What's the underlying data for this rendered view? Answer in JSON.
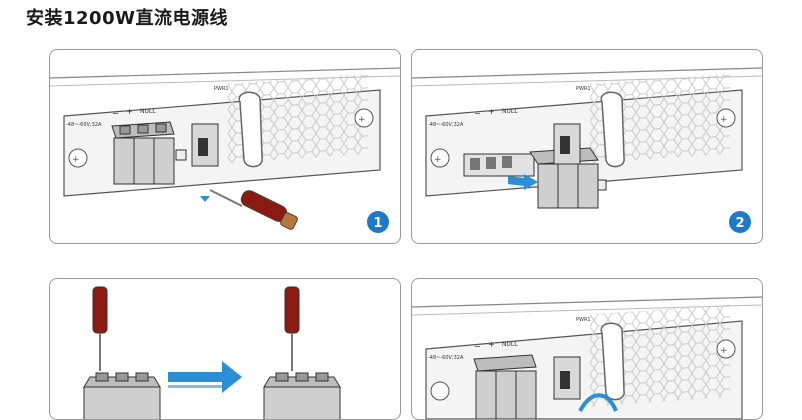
{
  "title": "安装1200W直流电源线",
  "module": {
    "name_label": "PWR1",
    "voltage_label": "-48~-60V;32A",
    "minus_label": "−",
    "plus_label": "+",
    "null_label": "NULL"
  },
  "steps": [
    {
      "number": "1"
    },
    {
      "number": "2"
    }
  ],
  "colors": {
    "step_badge": "#1f78c8",
    "arrow": "#2a8fd6",
    "screwdriver_handle": "#8b1a12",
    "panel_border": "#9a9a9a",
    "hex_grid": "#c9c9c9"
  }
}
